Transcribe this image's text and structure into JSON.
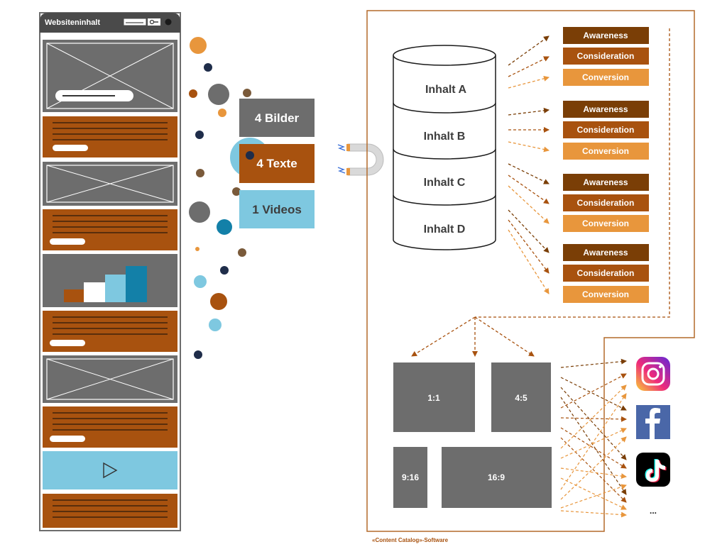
{
  "website": {
    "title": "Websiteninhalt"
  },
  "assets": {
    "images_label": "4 Bilder",
    "texts_label": "4 Texte",
    "videos_label": "1 Videos"
  },
  "database": {
    "segments": [
      "Inhalt A",
      "Inhalt B",
      "Inhalt C",
      "Inhalt D"
    ]
  },
  "funnel": {
    "groups": [
      [
        "Awareness",
        "Consideration",
        "Conversion"
      ],
      [
        "Awareness",
        "Consideration",
        "Conversion"
      ],
      [
        "Awareness",
        "Consideration",
        "Conversion"
      ],
      [
        "Awareness",
        "Consideration",
        "Conversion"
      ]
    ]
  },
  "formats": [
    "1:1",
    "4:5",
    "9:16",
    "16:9"
  ],
  "channels": {
    "icons": [
      "instagram-icon",
      "facebook-icon",
      "tiktok-icon"
    ],
    "more_label": "..."
  },
  "caption": "«Content Catalog»-Software",
  "colors": {
    "gray": "#6d6d6d",
    "brown": "#a8520f",
    "dark_brown": "#7a3e06",
    "orange": "#e8963c",
    "light_blue": "#7ec8e0",
    "teal": "#1380a8",
    "navy": "#1f2d4a",
    "frame": "#b36a2a"
  }
}
